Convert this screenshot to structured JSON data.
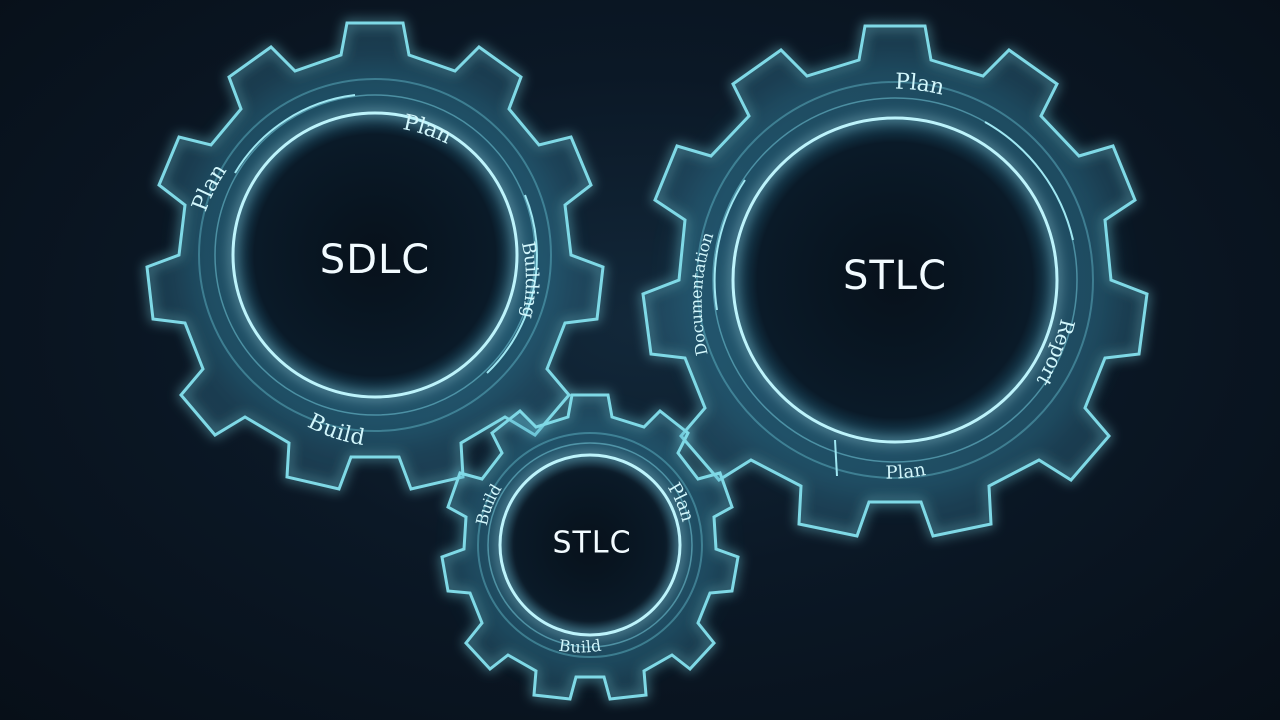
{
  "gears": [
    {
      "id": "sdlc",
      "center_text": "SDLC",
      "arc_labels": [
        "Plan",
        "Plan",
        "Build",
        "Building"
      ]
    },
    {
      "id": "stlc-large",
      "center_text": "STLC",
      "arc_labels": [
        "Plan",
        "Report",
        "Plan",
        "Documentation"
      ]
    },
    {
      "id": "stlc-small",
      "center_text": "STLC",
      "arc_labels": [
        "Plan",
        "Build",
        "Build"
      ]
    }
  ],
  "colors": {
    "background": "#0a1420",
    "gear_stroke": "#7fd9e6",
    "glow": "#4fd3ea",
    "text": "#f2fbff"
  }
}
